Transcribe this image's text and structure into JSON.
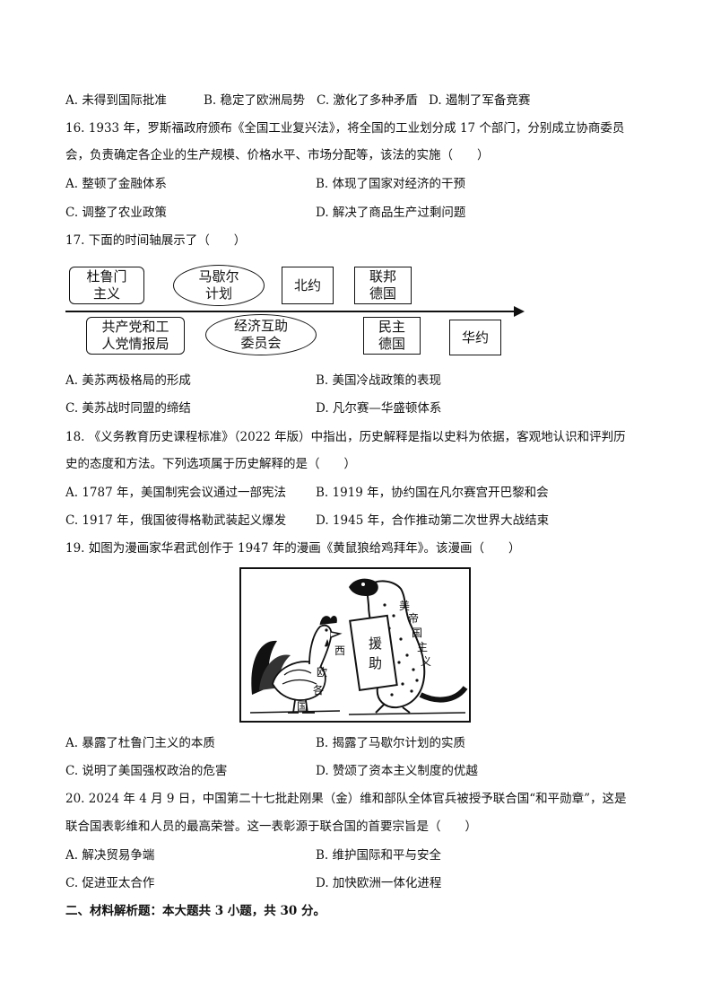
{
  "q15_options": {
    "a": "A. 未得到国际批准",
    "b": "B. 稳定了欧洲局势",
    "c": "C. 激化了多种矛盾",
    "d": "D. 遏制了军备竞赛"
  },
  "q16": {
    "stem_line1": "16. 1933 年，罗斯福政府颁布《全国工业复兴法》，将全国的工业划分成 17 个部门，分别成立协商委员",
    "stem_line2": "会，负责确定各企业的生产规模、价格水平、市场分配等，该法的实施（　　）",
    "a": "A. 整顿了金融体系",
    "b": "B. 体现了国家对经济的干预",
    "c": "C. 调整了农业政策",
    "d": "D. 解决了商品生产过剩问题"
  },
  "q17": {
    "stem": "17. 下面的时间轴展示了（　　）",
    "timeline": {
      "top": [
        {
          "line1": "杜鲁门",
          "line2": "主义"
        },
        {
          "line1": "马歇尔",
          "line2": "计划"
        },
        {
          "line1": "北约",
          "line2": ""
        },
        {
          "line1": "联邦",
          "line2": "德国"
        }
      ],
      "bottom": [
        {
          "line1": "共产党和工",
          "line2": "人党情报局"
        },
        {
          "line1": "经济互助",
          "line2": "委员会"
        },
        {
          "line1": "民主",
          "line2": "德国"
        },
        {
          "line1": "华约",
          "line2": ""
        }
      ]
    },
    "a": "A. 美苏两极格局的形成",
    "b": "B. 美国冷战政策的表现",
    "c": "C. 美苏战时同盟的缔结",
    "d": "D. 凡尔赛—华盛顿体系"
  },
  "q18": {
    "stem_line1": "18. 《义务教育历史课程标准》（2022 年版）中指出，历史解释是指以史料为依据，客观地认识和评判历",
    "stem_line2": "史的态度和方法。下列选项属于历史解释的是（　　）",
    "a": "A. 1787 年，美国制宪会议通过一部宪法",
    "b": "B. 1919 年，协约国在凡尔赛宫开巴黎和会",
    "c": "C. 1917 年，俄国彼得格勒武装起义爆发",
    "d": "D. 1945 年，合作推动第二次世界大战结束"
  },
  "q19": {
    "stem": "19. 如图为漫画家华君武创作于 1947 年的漫画《黄鼠狼给鸡拜年》。该漫画（　　）",
    "cartoon": {
      "sign": [
        "援",
        "助"
      ],
      "weasel_label": [
        "美",
        "帝",
        "国",
        "主",
        "义"
      ],
      "rooster_label": [
        "西",
        "欧",
        "各",
        "国"
      ]
    },
    "a": "A. 暴露了杜鲁门主义的本质",
    "b": "B. 揭露了马歇尔计划的实质",
    "c": "C. 说明了美国强权政治的危害",
    "d": "D. 赞颂了资本主义制度的优越"
  },
  "q20": {
    "stem_line1": "20. 2024 年 4 月 9 日，中国第二十七批赴刚果（金）维和部队全体官兵被授予联合国“和平勋章”，这是",
    "stem_line2": "联合国表彰维和人员的最高荣誉。这一表彰源于联合国的首要宗旨是（　　）",
    "a": "A. 解决贸易争端",
    "b": "B. 维护国际和平与安全",
    "c": "C. 促进亚太合作",
    "d": "D. 加快欧洲一体化进程"
  },
  "section2": "二、材料解析题：本大题共 3 小题，共 30 分。"
}
